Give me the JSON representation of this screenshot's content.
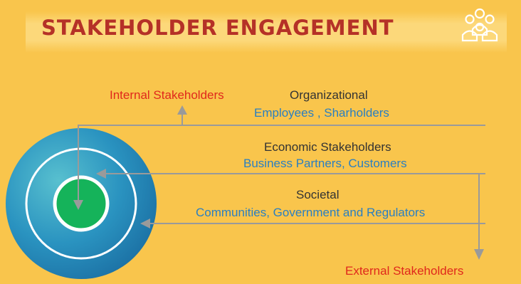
{
  "title": "STAKEHOLDER ENGAGEMENT",
  "icon": "users-group-icon",
  "labels": {
    "internal": "Internal Stakeholders",
    "external": "External Stakeholders"
  },
  "groups": [
    {
      "name": "Organizational",
      "members": "Employees , Sharholders"
    },
    {
      "name": "Economic Stakeholders",
      "members": "Business Partners, Customers"
    },
    {
      "name": "Societal",
      "members": "Communities, Government and Regulators"
    }
  ],
  "colors": {
    "background": "#f9c54c",
    "title": "#b53127",
    "red_label": "#e0281c",
    "blue_label": "#2a7fc1",
    "arrow": "#9a9a9a",
    "outer_circle": "#1f7fb0",
    "inner_circle": "#15b35a"
  }
}
